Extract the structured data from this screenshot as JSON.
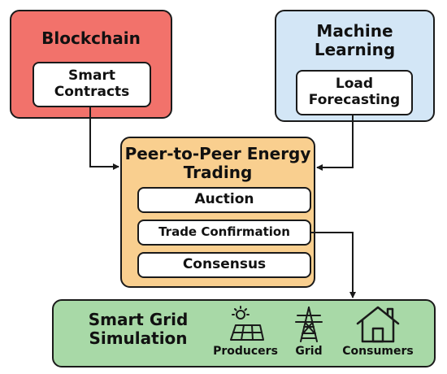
{
  "blockchain": {
    "title": "Blockchain",
    "smart_contracts": "Smart Contracts"
  },
  "machine_learning": {
    "title": "Machine Learning",
    "load_forecasting": "Load Forecasting"
  },
  "p2p": {
    "title": "Peer-to-Peer Energy Trading",
    "items": [
      "Auction",
      "Trade Confirmation",
      "Consensus"
    ]
  },
  "smart_grid": {
    "title": "Smart Grid Simulation",
    "producers": "Producers",
    "grid": "Grid",
    "consumers": "Consumers"
  },
  "colors": {
    "blockchain": "#f2726b",
    "machine_learning": "#d3e6f6",
    "p2p": "#f9cf8f",
    "smart_grid": "#a8d9a7",
    "stroke": "#1a1a1a"
  },
  "icons": [
    "solar-panel-icon",
    "transmission-tower-icon",
    "house-icon"
  ]
}
